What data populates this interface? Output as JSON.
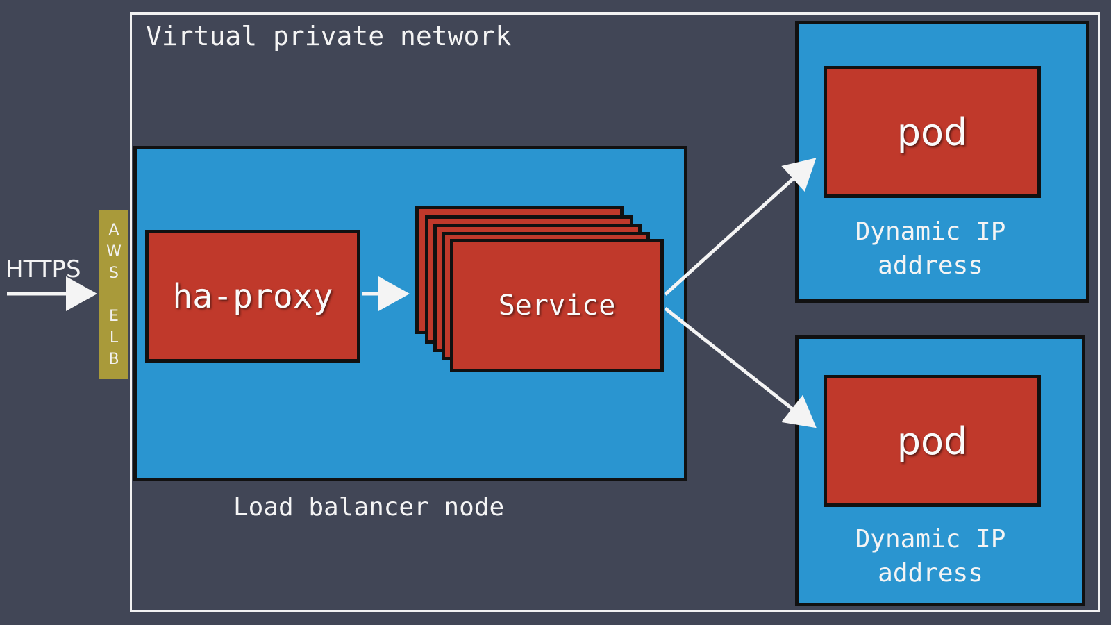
{
  "network": {
    "title": "Virtual private network"
  },
  "load_balancer": {
    "caption": "Load balancer node",
    "haproxy_label": "ha-proxy",
    "service_label": "Service"
  },
  "elb": {
    "letters": [
      "A",
      "W",
      "S",
      "",
      "E",
      "L",
      "B"
    ]
  },
  "ingress": {
    "label": "HTTPS"
  },
  "pods": [
    {
      "label": "pod",
      "address_line1": "Dynamic IP",
      "address_line2": "address"
    },
    {
      "label": "pod",
      "address_line1": "Dynamic IP",
      "address_line2": "address"
    }
  ],
  "colors": {
    "background": "#414656",
    "node_blue": "#2a95d0",
    "box_red": "#c0392b",
    "elb_gold": "#a99a3a",
    "line_white": "#f4f4f4"
  }
}
